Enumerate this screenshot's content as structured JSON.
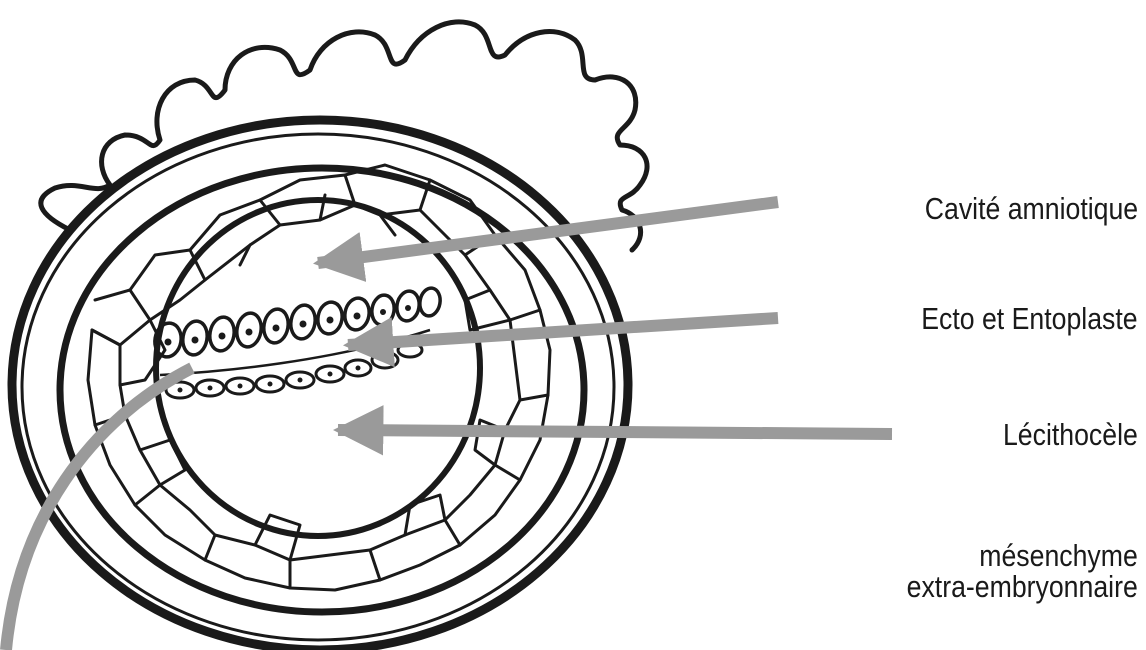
{
  "labels": {
    "amniotic": "Cavité amniotique",
    "ecto_ento": "Ecto et Entoplaste",
    "lecithocele": "Lécithocèle",
    "mesenchyme_line1": "mésenchyme",
    "mesenchyme_line2": "extra-embryonnaire"
  },
  "colors": {
    "ink": "#1a1a1a",
    "arrow": "#9a9a9a",
    "background": "#ffffff"
  }
}
